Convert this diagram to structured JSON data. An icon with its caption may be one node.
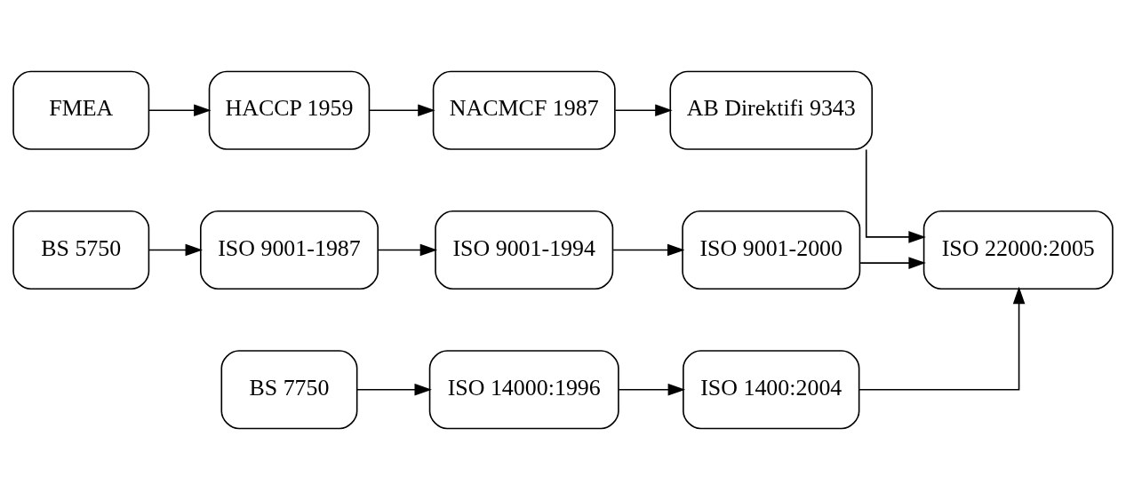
{
  "diagram": {
    "nodes": [
      {
        "text": [
          "FMEA"
        ]
      },
      {
        "text": [
          "HACCP 1959"
        ]
      },
      {
        "text": [
          "NACMCF 1987"
        ]
      },
      {
        "text": [
          "AB Direktifi 9343"
        ]
      },
      {
        "text": [
          "BS 5750"
        ]
      },
      {
        "text": [
          "ISO 9001-1987"
        ]
      },
      {
        "text": [
          "ISO 9001-1994"
        ]
      },
      {
        "text": [
          "ISO 9001-2000"
        ]
      },
      {
        "text": [
          "ISO 22000:2005"
        ]
      },
      {
        "text": [
          "BS 7750"
        ]
      },
      {
        "text": [
          "ISO 14000:1996"
        ]
      },
      {
        "text": [
          "ISO 1400:2004"
        ]
      }
    ],
    "edges": [
      {
        "from": 0,
        "to": 1,
        "arrow": "to"
      },
      {
        "from": 1,
        "to": 2,
        "arrow": "to"
      },
      {
        "from": 2,
        "to": 3,
        "arrow": "to"
      },
      {
        "from": 3,
        "to": 8,
        "arrow": "to"
      },
      {
        "from": 4,
        "to": 5,
        "arrow": "to"
      },
      {
        "from": 5,
        "to": 6,
        "arrow": "to"
      },
      {
        "from": 6,
        "to": 7,
        "arrow": "to"
      },
      {
        "from": 7,
        "to": 8,
        "arrow": "to"
      },
      {
        "from": 9,
        "to": 10,
        "arrow": "to"
      },
      {
        "from": 10,
        "to": 11,
        "arrow": "to"
      },
      {
        "from": 11,
        "to": 8,
        "arrow": "to"
      }
    ]
  }
}
